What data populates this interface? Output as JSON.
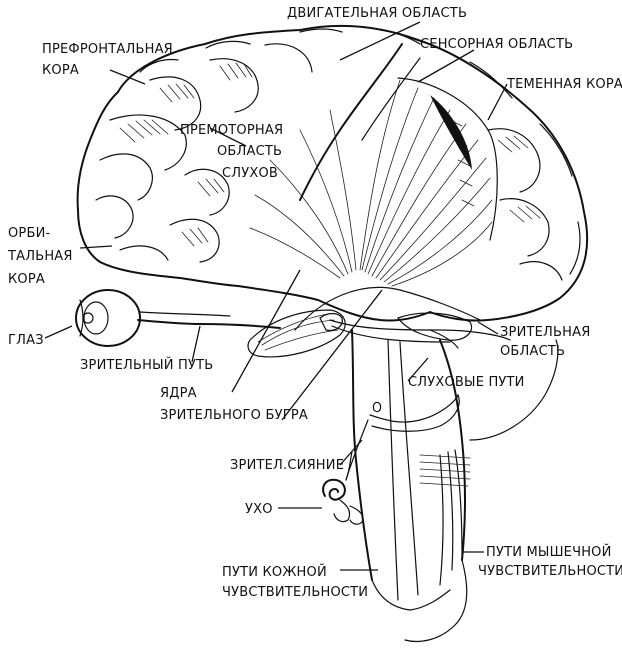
{
  "labels": {
    "motor_area": "ДВИГАТЕЛЬНАЯ ОБЛАСТЬ",
    "sensory_area": "СЕНСОРНАЯ ОБЛАСТЬ",
    "prefrontal_1": "ПРЕФРОНТАЛЬНАЯ",
    "prefrontal_2": "КОРА",
    "parietal": "ТЕМЕННАЯ КОРА",
    "premotor_1": "ПРЕМОТОРНАЯ",
    "premotor_2": "ОБЛАСТЬ",
    "premotor_3": "СЛУХОВ",
    "orbital_1": "ОРБИ-",
    "orbital_2": "ТАЛЬНАЯ",
    "orbital_3": "КОРА",
    "eye": "ГЛАЗ",
    "optic_path": "ЗРИТЕЛЬНЫЙ ПУТЬ",
    "visual_area_1": "ЗРИТЕЛЬНАЯ",
    "visual_area_2": "ОБЛАСТЬ",
    "auditory_paths": "СЛУХОВЫЕ ПУТИ",
    "thalamus_1": "ЯДРА",
    "thalamus_2": "ЗРИТЕЛЬНОГО БУГРА",
    "optic_radiation": "ЗРИТЕЛ.СИЯНИЕ",
    "ear": "УХО",
    "skin_1": "ПУТИ КОЖНОЙ",
    "skin_2": "ЧУВСТВИТЕЛЬНОСТИ",
    "muscle_1": "ПУТИ МЫШЕЧНОЙ",
    "muscle_2": "ЧУВСТВИТЕЛЬНОСТИ"
  }
}
